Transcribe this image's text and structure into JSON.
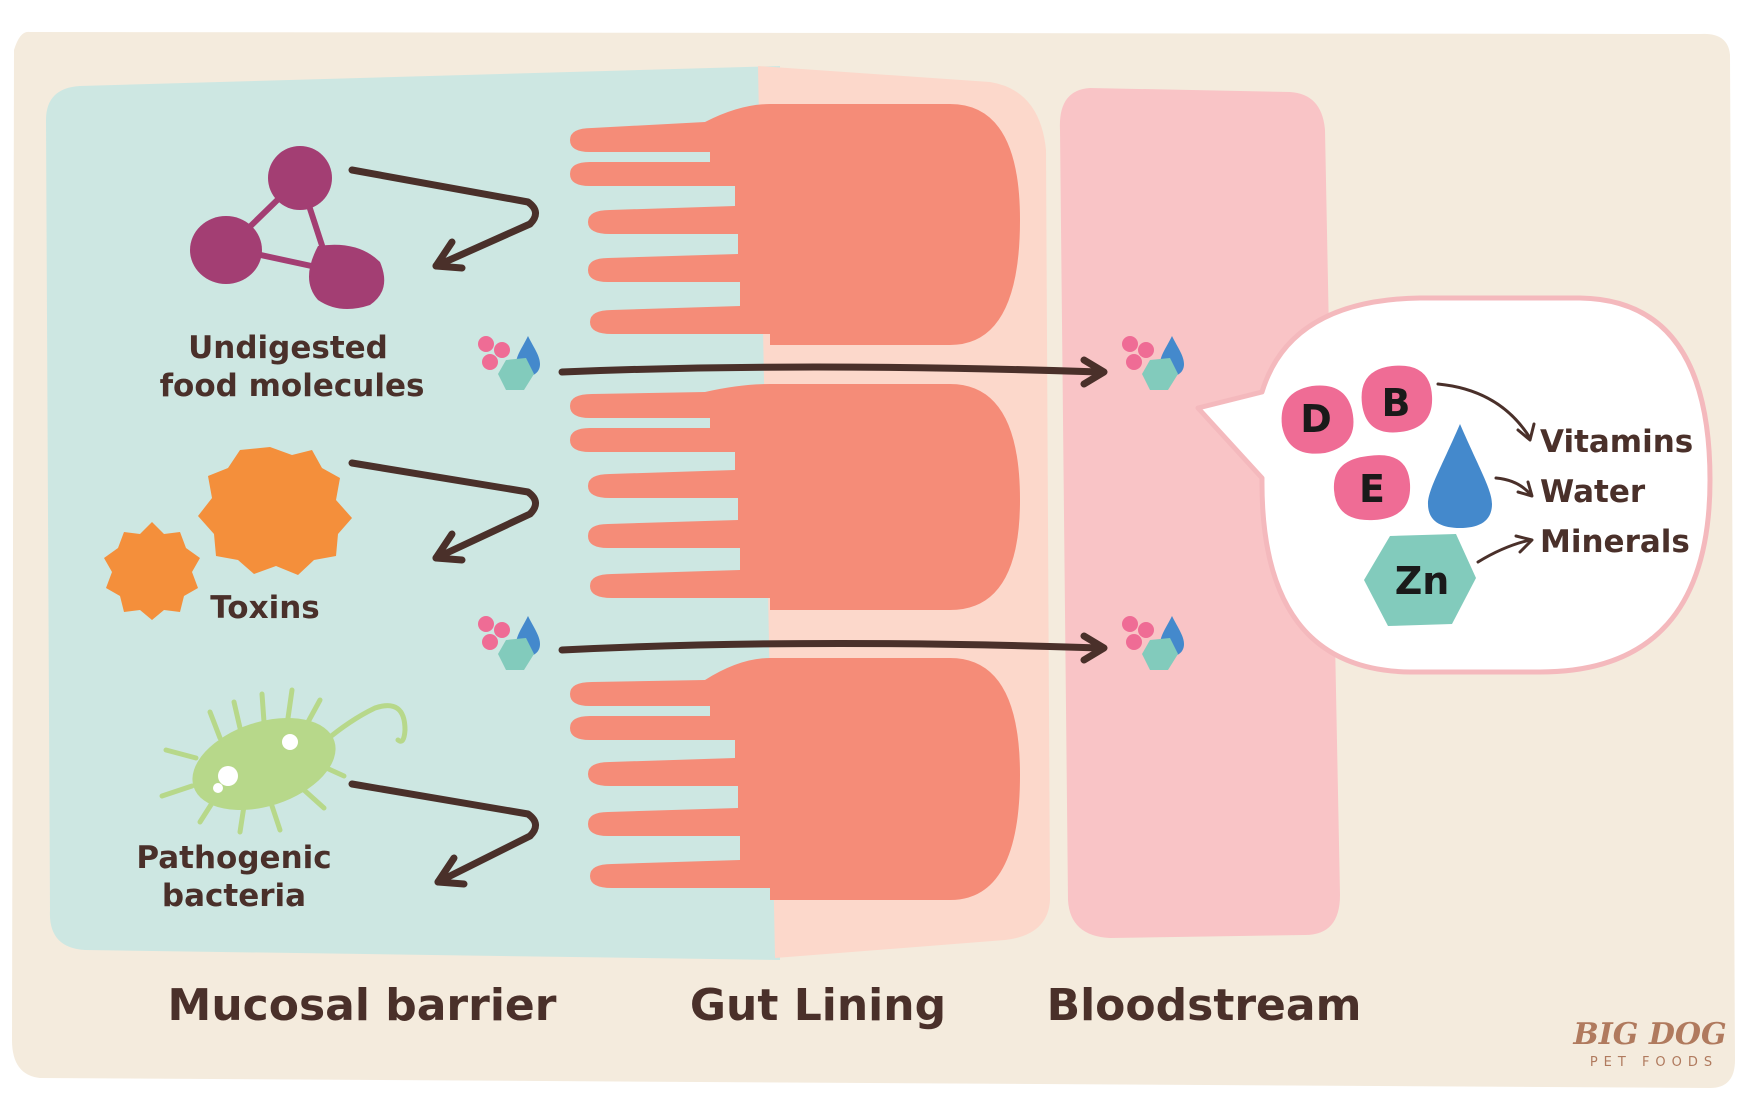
{
  "items": {
    "food_line1": "Undigested",
    "food_line2": "food molecules",
    "toxins": "Toxins",
    "bacteria_line1": "Pathogenic",
    "bacteria_line2": "bacteria"
  },
  "regions": {
    "mucosal": "Mucosal barrier",
    "gut": "Gut Lining",
    "blood": "Bloodstream"
  },
  "nutrients": {
    "vitamin_d": "D",
    "vitamin_b": "B",
    "vitamin_e": "E",
    "zinc": "Zn",
    "vitamins": "Vitamins",
    "water": "Water",
    "minerals": "Minerals"
  },
  "logo": {
    "name": "BIG DOG",
    "subtitle": "PET FOODS"
  },
  "colors": {
    "background": "#f4ebdd",
    "mucosal": "#cde7e2",
    "gut_lining": "#fcd8cb",
    "villi": "#f58c78",
    "bloodstream": "#f9c4c6",
    "text": "#4a302a",
    "food_molecule": "#a33e73",
    "toxin": "#f48f3b",
    "bacteria": "#b7d88a",
    "vitamin": "#ef6c95",
    "water": "#4489cc",
    "mineral": "#82cbbc"
  }
}
